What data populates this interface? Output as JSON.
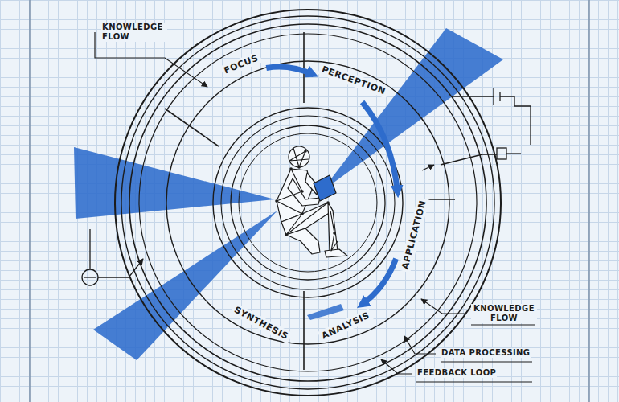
{
  "diagram": {
    "nodes": [
      {
        "text": [
          "FOCUS"
        ]
      },
      {
        "text": [
          "PERCEPTION"
        ]
      },
      {
        "text": [
          "APPLICATION"
        ]
      },
      {
        "text": [
          "ANALYSIS"
        ]
      },
      {
        "text": [
          "SYNTHESIS"
        ]
      }
    ],
    "edges": [
      {
        "from": 0,
        "to": 1,
        "arrow": "to"
      },
      {
        "from": 1,
        "to": 2,
        "arrow": "to"
      },
      {
        "from": 2,
        "to": 3,
        "arrow": "to"
      }
    ],
    "labels": [
      "KNOWLEDGE FLOW",
      "KNOWLEDGE FLOW",
      "DATA PROCESSING",
      "FEEDBACK LOOP"
    ]
  }
}
